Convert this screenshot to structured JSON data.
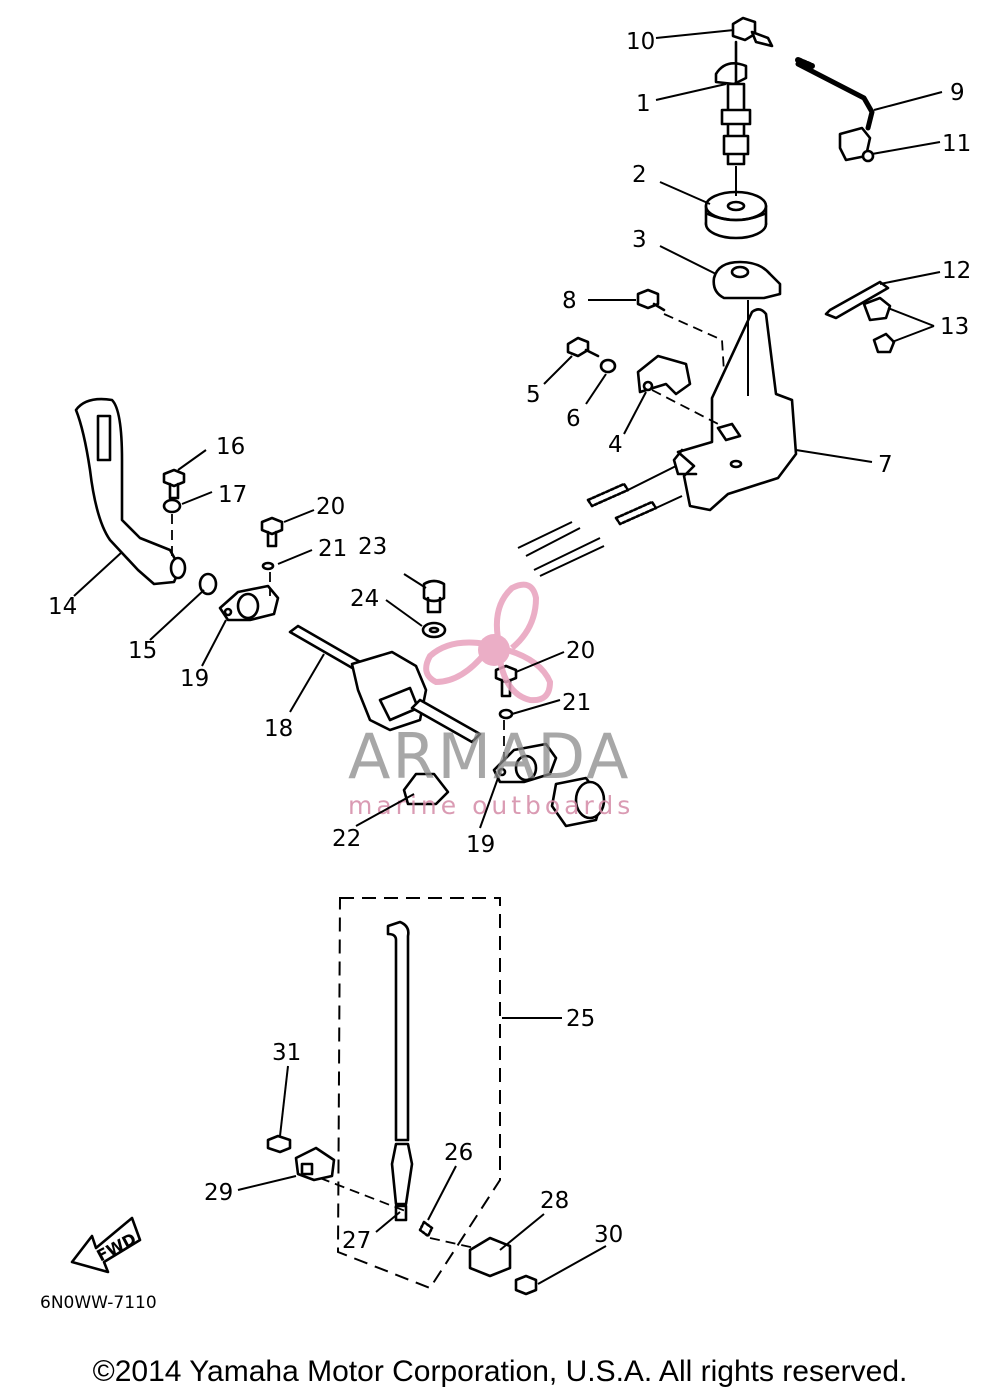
{
  "callouts": {
    "c1": "1",
    "c2": "2",
    "c3": "3",
    "c4": "4",
    "c5": "5",
    "c6": "6",
    "c7": "7",
    "c8": "8",
    "c9": "9",
    "c10": "10",
    "c11": "11",
    "c12": "12",
    "c13": "13",
    "c14": "14",
    "c15": "15",
    "c16": "16",
    "c17": "17",
    "c18": "18",
    "c19a": "19",
    "c19b": "19",
    "c20a": "20",
    "c20b": "20",
    "c21a": "21",
    "c21b": "21",
    "c22": "22",
    "c23": "23",
    "c24": "24",
    "c25": "25",
    "c26": "26",
    "c27": "27",
    "c28": "28",
    "c29": "29",
    "c30": "30",
    "c31": "31"
  },
  "fwd_label": "FWD",
  "diagram_code": "6N0WW-7110",
  "watermark": {
    "brand": "ARMADA",
    "tagline": "marine outboards",
    "accent_color": "#e8a0bd"
  },
  "copyright": "©2014 Yamaha Motor Corporation, U.S.A. All rights reserved."
}
